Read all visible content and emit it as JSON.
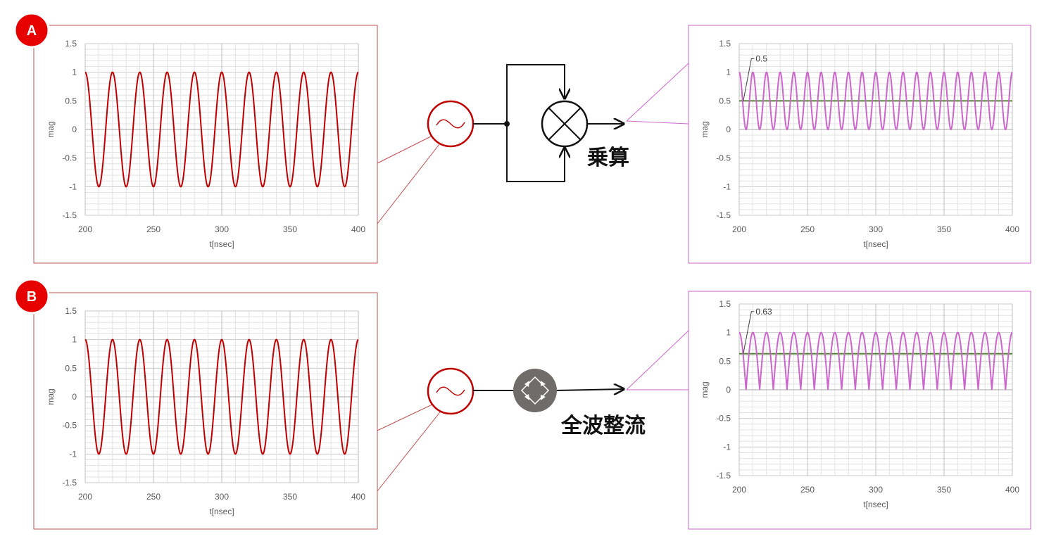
{
  "colors": {
    "input_wave": "#c00000",
    "output_wave": "#cc66cc",
    "average_line": "#548235",
    "input_frame": "#c0504d",
    "output_frame": "#cc66cc",
    "badge": "#e60000",
    "rectifier": "#706c6a"
  },
  "rows": [
    {
      "badge": "A",
      "operation_label": "乗算",
      "operation_kind": "multiply",
      "mixer_icon": "multiply-icon"
    },
    {
      "badge": "B",
      "operation_label": "全波整流",
      "operation_kind": "rectify",
      "rectifier_icon": "bridge-rectifier-icon"
    }
  ],
  "source_icon": "ac-source-icon",
  "chart_data": [
    {
      "id": "A-input",
      "type": "line",
      "xlabel": "t[nsec]",
      "ylabel": "mag",
      "xlim": [
        200,
        400
      ],
      "ylim": [
        -1.5,
        1.5
      ],
      "x_ticks": [
        "200",
        "250",
        "300",
        "350",
        "400"
      ],
      "y_ticks": [
        "1.5",
        "1",
        "0.5",
        "0",
        "-0.5",
        "-1",
        "-1.5"
      ],
      "grid": true,
      "series": [
        {
          "function": "cos(2*pi*t/period)",
          "period": 20,
          "amplitude": 1,
          "offset": 0,
          "x_range": [
            200,
            400
          ]
        }
      ]
    },
    {
      "id": "A-output",
      "type": "line",
      "xlabel": "t[nsec]",
      "ylabel": "mag",
      "xlim": [
        200,
        400
      ],
      "ylim": [
        -1.5,
        1.5
      ],
      "x_ticks": [
        "200",
        "250",
        "300",
        "350",
        "400"
      ],
      "y_ticks": [
        "1.5",
        "1",
        "0.5",
        "0",
        "-0.5",
        "-1",
        "-1.5"
      ],
      "grid": true,
      "series": [
        {
          "function": "cos^2(2*pi*t/period)",
          "period": 20,
          "x_range": [
            200,
            400
          ]
        }
      ],
      "average": {
        "value": 0.5,
        "label": "0.5"
      }
    },
    {
      "id": "B-input",
      "type": "line",
      "xlabel": "t[nsec]",
      "ylabel": "mag",
      "xlim": [
        200,
        400
      ],
      "ylim": [
        -1.5,
        1.5
      ],
      "x_ticks": [
        "200",
        "250",
        "300",
        "350",
        "400"
      ],
      "y_ticks": [
        "1.5",
        "1",
        "0.5",
        "0",
        "-0.5",
        "-1",
        "-1.5"
      ],
      "grid": true,
      "series": [
        {
          "function": "cos(2*pi*t/period)",
          "period": 20,
          "amplitude": 1,
          "offset": 0,
          "x_range": [
            200,
            400
          ]
        }
      ]
    },
    {
      "id": "B-output",
      "type": "line",
      "xlabel": "t[nsec]",
      "ylabel": "mag",
      "xlim": [
        200,
        400
      ],
      "ylim": [
        -1.5,
        1.5
      ],
      "x_ticks": [
        "200",
        "250",
        "300",
        "350",
        "400"
      ],
      "y_ticks": [
        "1.5",
        "1",
        "0.5",
        "0",
        "-0.5",
        "-1",
        "-1.5"
      ],
      "grid": true,
      "series": [
        {
          "function": "|cos(2*pi*t/period)|",
          "period": 20,
          "x_range": [
            200,
            400
          ]
        }
      ],
      "average": {
        "value": 0.63,
        "label": "0.63"
      }
    }
  ]
}
